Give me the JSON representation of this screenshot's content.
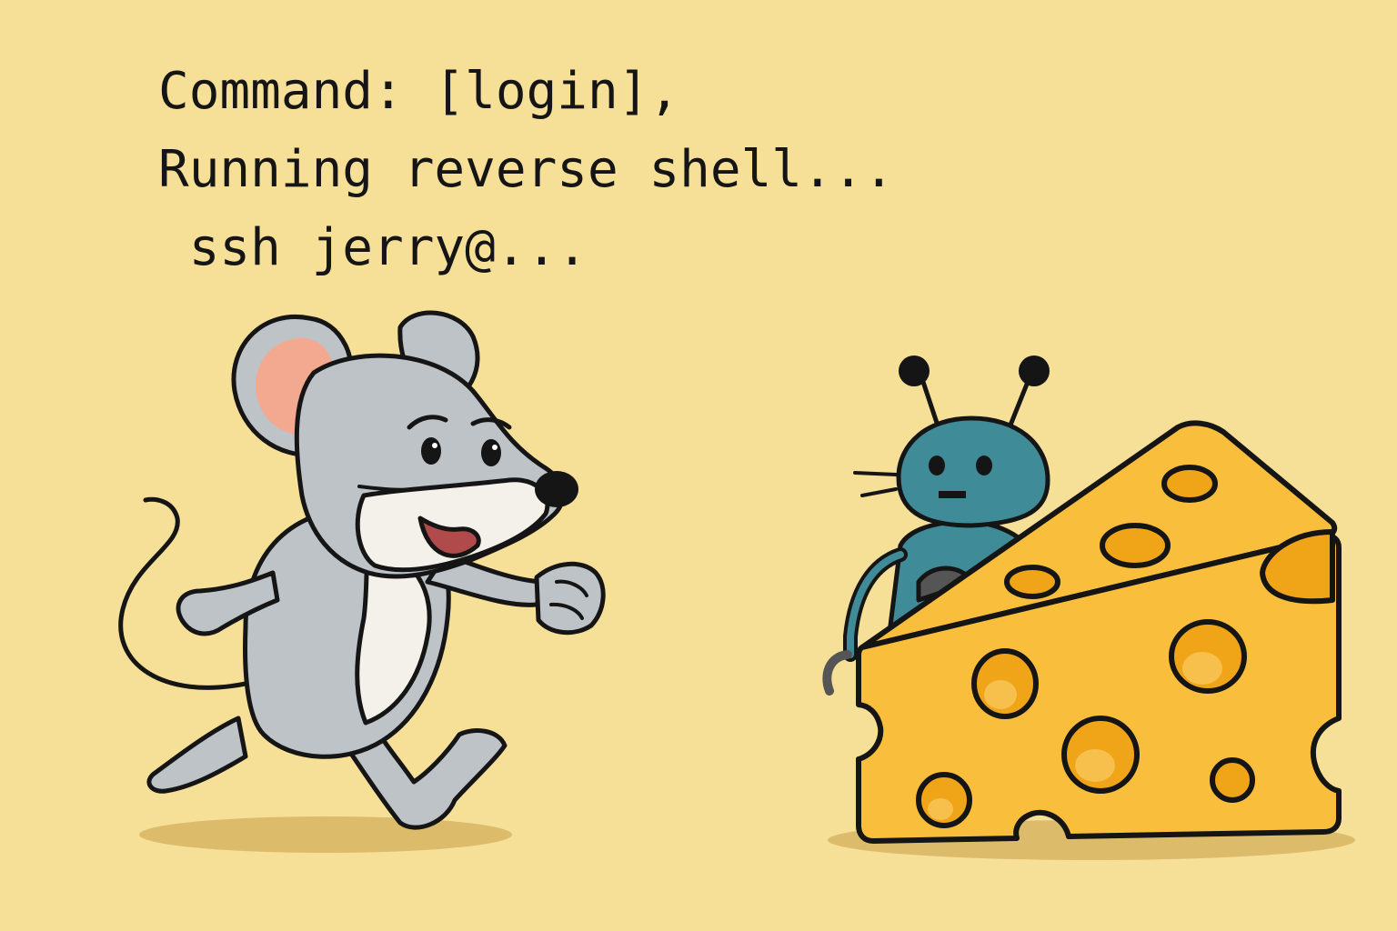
{
  "terminal": {
    "lines": [
      "Command: [login],",
      "Running reverse shell...",
      " ssh jerry@..."
    ]
  },
  "colors": {
    "background": "#f6df97",
    "outline": "#151515",
    "mouse_fur": "#bdc3c7",
    "mouse_belly": "#f4f1ea",
    "ear_inner": "#f2a98f",
    "robot_body": "#3f8b98",
    "cheese": "#f9be3c",
    "cheese_hole": "#f0a418"
  },
  "illustration": {
    "characters": [
      "mouse-character",
      "robot-character",
      "cheese-wedge"
    ]
  }
}
